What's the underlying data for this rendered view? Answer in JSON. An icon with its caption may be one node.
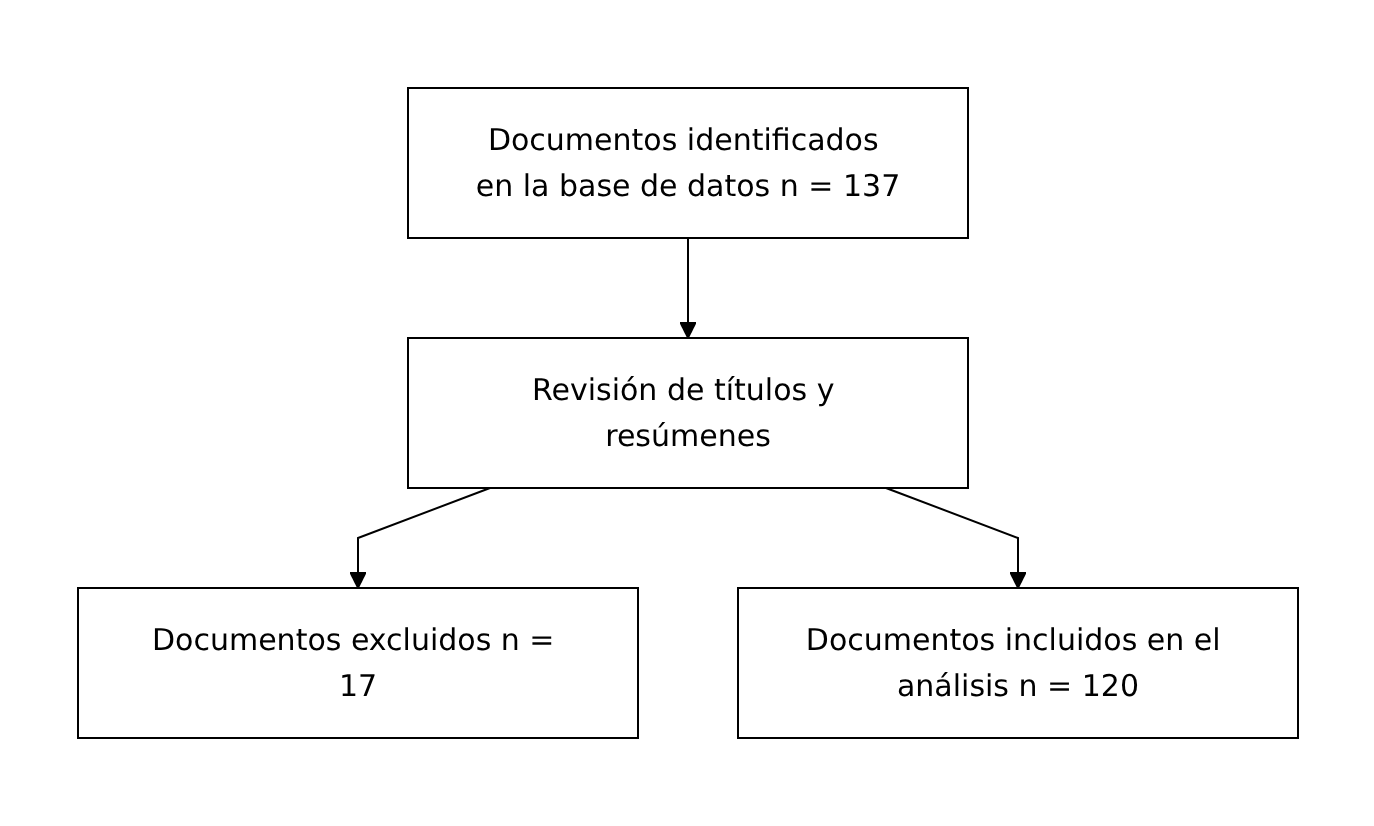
{
  "diagram": {
    "nodes": [
      {
        "text": [
          "Documentos identificados en la base de datos n = 137"
        ]
      },
      {
        "text": [
          "Revisión de títulos y resúmenes"
        ]
      },
      {
        "text": [
          "Documentos excluidos n = 17"
        ]
      },
      {
        "text": [
          "Documentos incluidos en el análisis n = 120"
        ]
      }
    ],
    "edges": [
      {
        "from": 0,
        "to": 1,
        "arrow": "to"
      },
      {
        "from": 1,
        "to": 2,
        "arrow": "to"
      },
      {
        "from": 1,
        "to": 3,
        "arrow": "to"
      }
    ]
  }
}
